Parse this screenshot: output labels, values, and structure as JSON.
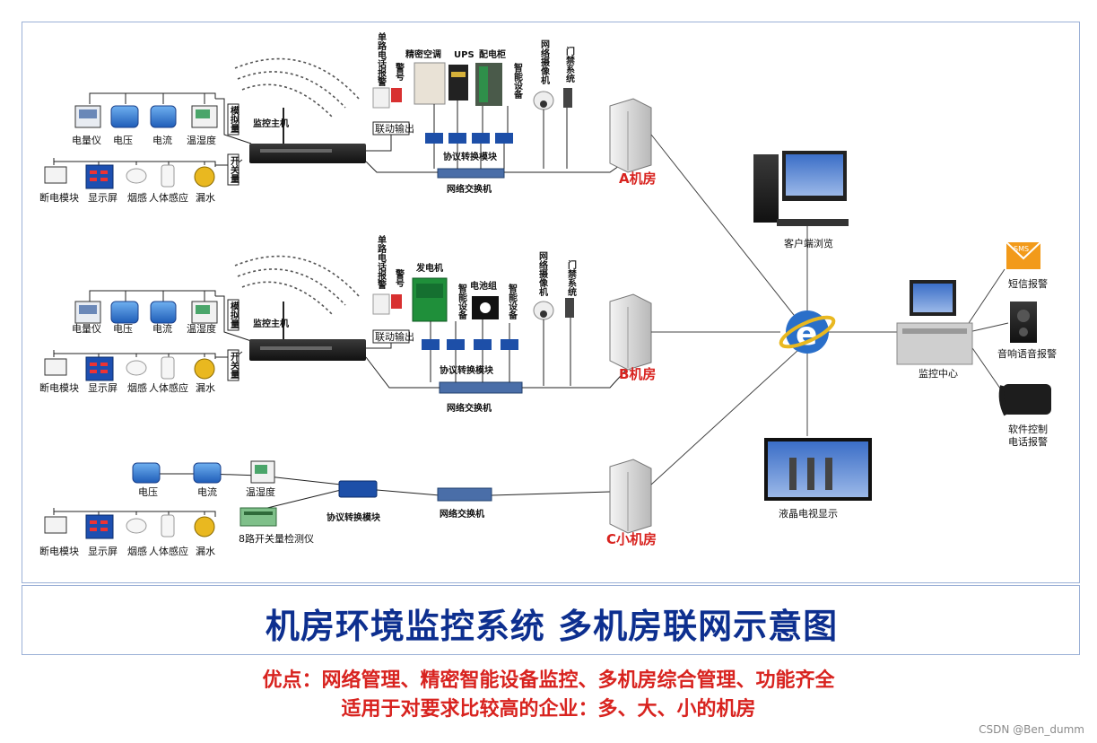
{
  "title": "机房环境监控系统    多机房联网示意图",
  "slogan_line1": "优点：网络管理、精密智能设备监控、多机房综合管理、功能齐全",
  "slogan_line2": "适用于对要求比较高的企业：多、大、小的机房",
  "watermark": "CSDN @Ben_dumm",
  "room_a": {
    "name": "A机房",
    "host": "监控主机",
    "analog_tag": "模拟量",
    "switch_tag": "开关量",
    "analog_devices": [
      "电量仪",
      "电压",
      "电流",
      "温湿度"
    ],
    "switch_devices": [
      "断电模块",
      "显示屏",
      "烟感",
      "人体感应",
      "漏水"
    ],
    "alarm_phone": "单路电话报警",
    "alarm_siren": "警号",
    "linkage": "联动输出",
    "top_devices": [
      "精密空调",
      "UPS",
      "配电柜"
    ],
    "smart_device": "智能设备",
    "camera": "网络摄像机",
    "access": "门禁系统",
    "converter": "协议转换模块",
    "switch": "网络交换机"
  },
  "room_b": {
    "name": "B机房",
    "host": "监控主机",
    "analog_tag": "模拟量",
    "switch_tag": "开关量",
    "analog_devices": [
      "电量仪",
      "电压",
      "电流",
      "温湿度"
    ],
    "switch_devices": [
      "断电模块",
      "显示屏",
      "烟感",
      "人体感应",
      "漏水"
    ],
    "alarm_phone": "单路电话报警",
    "alarm_siren": "警号",
    "linkage": "联动输出",
    "generator": "发电机",
    "smart_device_1": "智能设备",
    "battery": "电池组",
    "smart_device_2": "智能设备",
    "camera": "网络摄像机",
    "access": "门禁系统",
    "converter": "协议转换模块",
    "switch": "网络交换机"
  },
  "room_c": {
    "name": "C小机房",
    "top_devices": [
      "电压",
      "电流",
      "温湿度"
    ],
    "bottom_devices": [
      "断电模块",
      "显示屏",
      "烟感",
      "人体感应",
      "漏水"
    ],
    "detector": "8路开关量检测仪",
    "converter": "协议转换模块",
    "switch": "网络交换机"
  },
  "center": {
    "client": "客户端浏览",
    "monitor_center": "监控中心",
    "lcd": "液晶电视显示",
    "sms": "短信报警",
    "sms_badge": "SMS",
    "voice": "音响语音报警",
    "phone": "软件控制电话报警",
    "ie_letter": "e"
  },
  "colors": {
    "title": "#0d2f8f",
    "red": "#d8231f",
    "frame": "#9bb0d6",
    "device_blue": "#2a6fc9"
  }
}
